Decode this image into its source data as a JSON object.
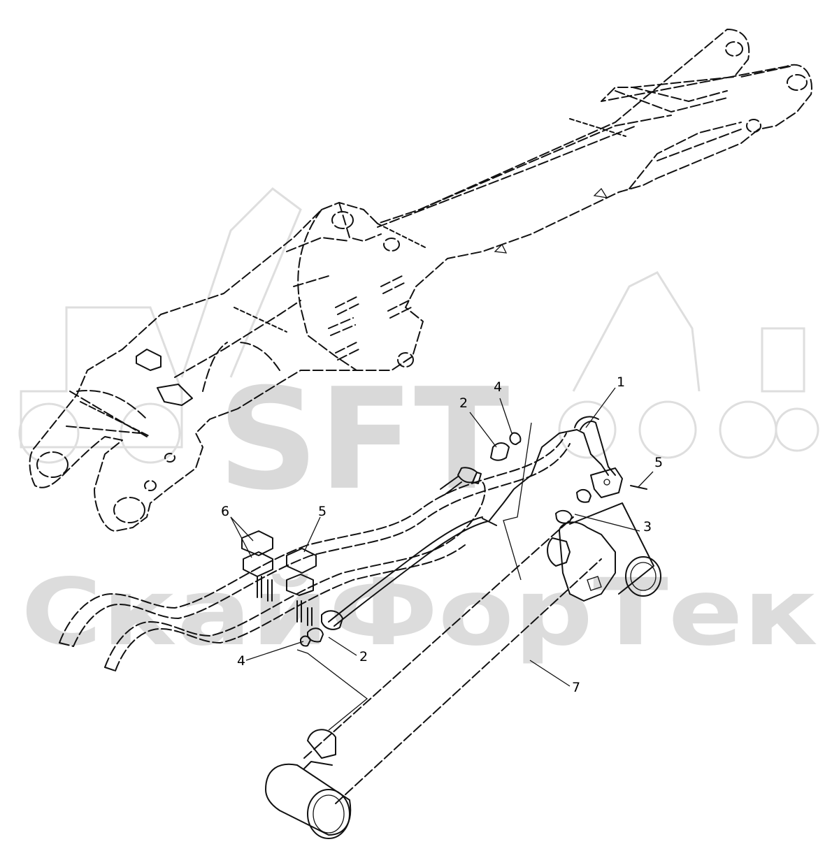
{
  "watermark": {
    "brand": "SFT",
    "company": "СкайФорТек",
    "brand_color": "#d9d9d9"
  },
  "callouts": [
    {
      "id": "c1",
      "label": "1"
    },
    {
      "id": "c2a",
      "label": "2"
    },
    {
      "id": "c4a",
      "label": "4"
    },
    {
      "id": "c5a",
      "label": "5"
    },
    {
      "id": "c3",
      "label": "3"
    },
    {
      "id": "c6",
      "label": "6"
    },
    {
      "id": "c5b",
      "label": "5"
    },
    {
      "id": "c4b",
      "label": "4"
    },
    {
      "id": "c2b",
      "label": "2"
    },
    {
      "id": "c7",
      "label": "7"
    }
  ]
}
